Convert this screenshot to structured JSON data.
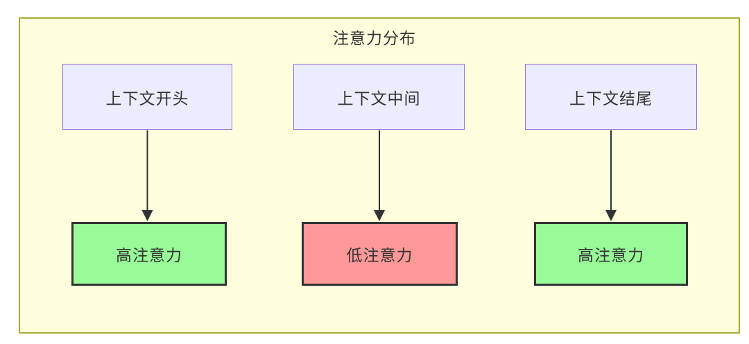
{
  "diagram": {
    "title": "注意力分布",
    "nodes": {
      "top": [
        {
          "id": "context-start",
          "label": "上下文开头"
        },
        {
          "id": "context-middle",
          "label": "上下文中间"
        },
        {
          "id": "context-end",
          "label": "上下文结尾"
        }
      ],
      "bottom": [
        {
          "id": "high-attention-left",
          "label": "高注意力",
          "status": "high"
        },
        {
          "id": "low-attention-middle",
          "label": "低注意力",
          "status": "low"
        },
        {
          "id": "high-attention-right",
          "label": "高注意力",
          "status": "high"
        }
      ]
    },
    "edges": [
      {
        "from": "context-start",
        "to": "high-attention-left"
      },
      {
        "from": "context-middle",
        "to": "low-attention-middle"
      },
      {
        "from": "context-end",
        "to": "high-attention-right"
      }
    ],
    "colors": {
      "frame_fill": "#ffffde",
      "frame_border": "#aaaa33",
      "context_node_fill": "#ececff",
      "context_node_border": "#9370db",
      "high_attention_fill": "#98fb98",
      "low_attention_fill": "#ff9999",
      "edge_and_text": "#333333"
    }
  }
}
